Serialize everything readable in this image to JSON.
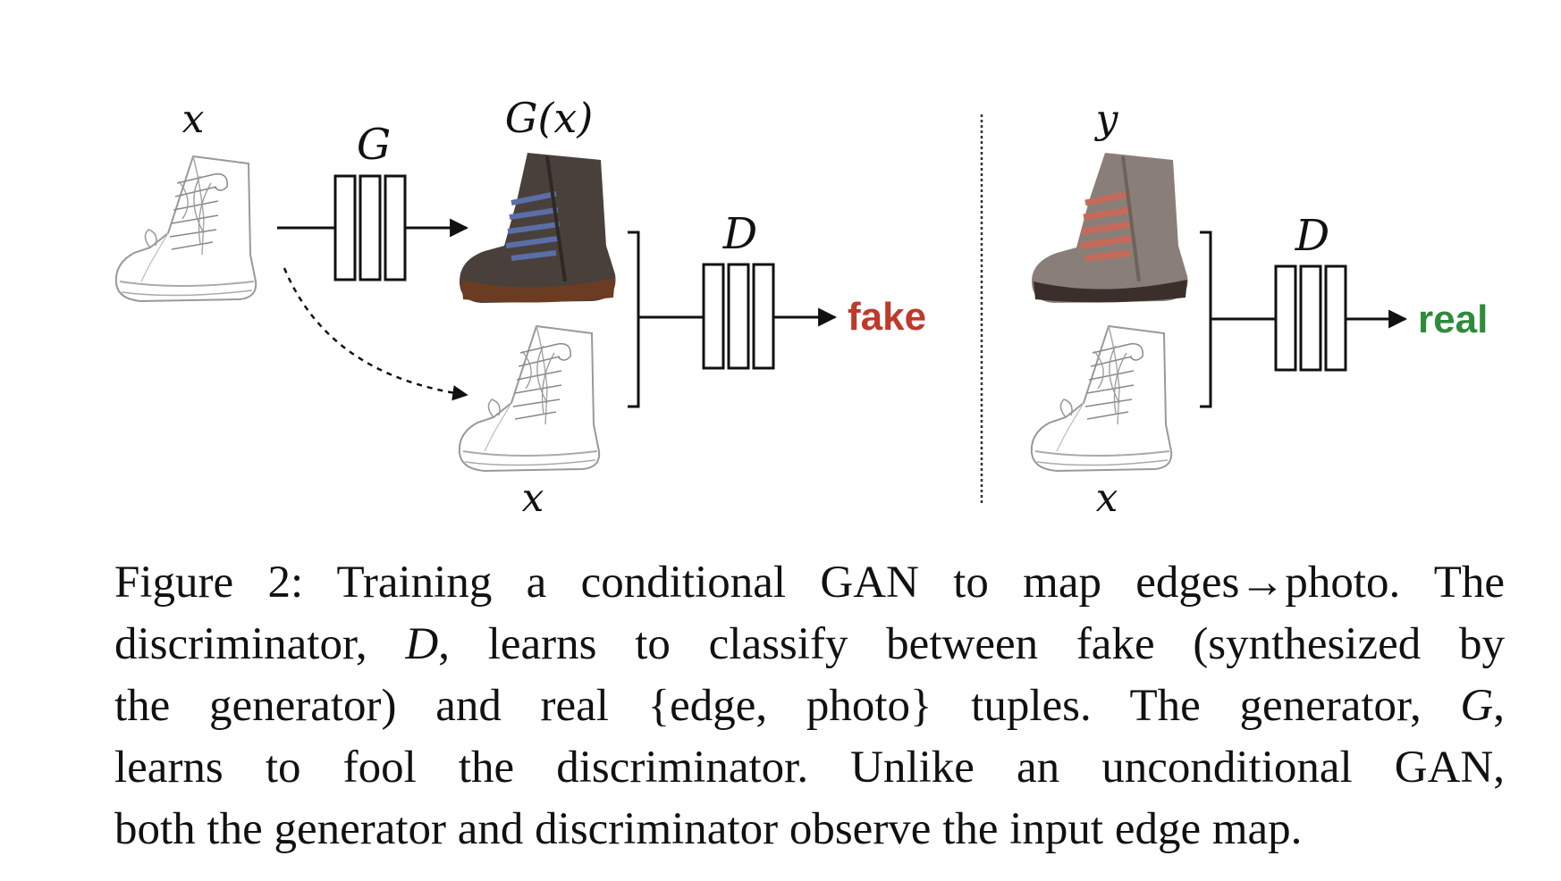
{
  "figure": {
    "left_panel": {
      "input_label": "x",
      "generator_label": "G",
      "output_label": "G(x)",
      "pair_input_label": "x",
      "discriminator_label": "D",
      "verdict": "fake",
      "verdict_color": "#c0392b"
    },
    "right_panel": {
      "photo_label": "y",
      "pair_input_label": "x",
      "discriminator_label": "D",
      "verdict": "real",
      "verdict_color": "#2e8b3a"
    },
    "photo_colors": {
      "fake_boot": "#4a403b",
      "fake_boot_sole": "#6b3b22",
      "fake_laces": "#5a6ea8",
      "real_boot": "#8a7f78",
      "real_laces": "#c56a5a",
      "real_sole": "#3a2f2a"
    }
  },
  "caption": {
    "line1": "Figure 2: Training a conditional GAN to map edges→photo. The",
    "line2_a": "discriminator, ",
    "line2_var": "D",
    "line2_b": ", learns to classify between fake (synthesized by",
    "line3_a": "the generator) and real {edge, photo} tuples.  The generator, ",
    "line3_var": "G",
    "line3_b": ",",
    "line4": "learns to fool the discriminator.  Unlike an unconditional GAN,",
    "line5": "both the generator and discriminator observe the input edge map."
  }
}
